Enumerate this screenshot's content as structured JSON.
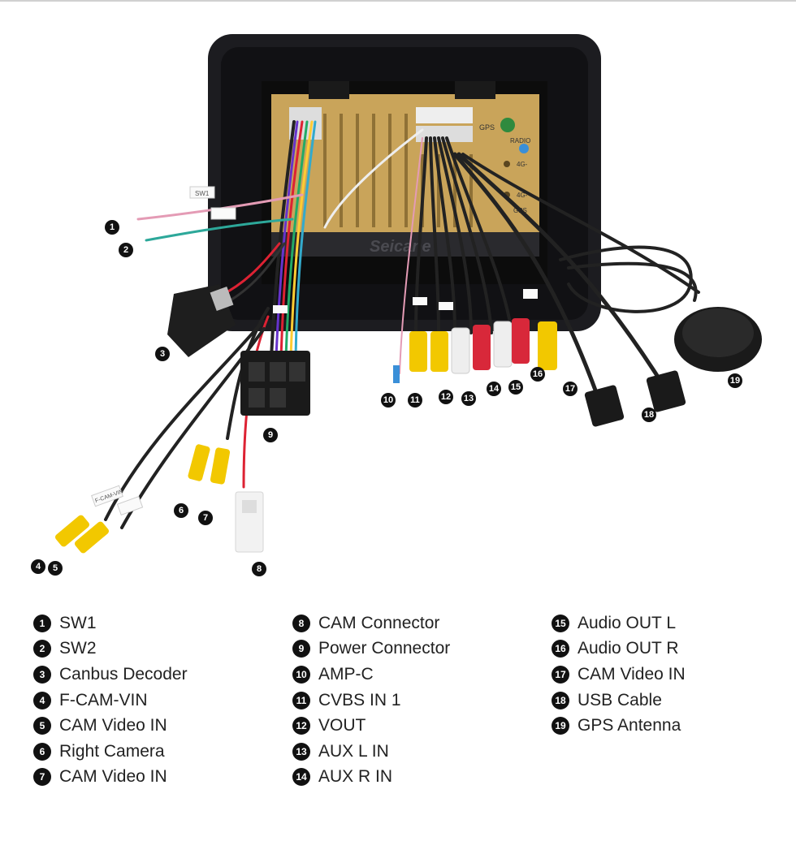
{
  "brand_watermark": "Seicane",
  "unit_labels": {
    "gps": "GPS",
    "radio": "RADIO",
    "lte_1": "4G-",
    "lte_2": "4G-",
    "gps_2": "GPS"
  },
  "wire_tags": {
    "sw1": "SW1",
    "fcam": "F-CAM-VIN"
  },
  "colors": {
    "unit_body": "#1c1c20",
    "chassis": "#c9a45a",
    "rca_yellow": "#f2c800",
    "rca_red": "#d8283a",
    "rca_white": "#eeeeee"
  },
  "callouts": [
    "1",
    "2",
    "3",
    "4",
    "5",
    "6",
    "7",
    "8",
    "9",
    "10",
    "11",
    "12",
    "13",
    "14",
    "15",
    "16",
    "17",
    "18",
    "19"
  ],
  "legend": [
    [
      {
        "num": "1",
        "label": "SW1"
      },
      {
        "num": "2",
        "label": "SW2"
      },
      {
        "num": "3",
        "label": "Canbus Decoder"
      },
      {
        "num": "4",
        "label": "F-CAM-VIN"
      },
      {
        "num": "5",
        "label": "CAM Video IN"
      },
      {
        "num": "6",
        "label": "Right Camera"
      },
      {
        "num": "7",
        "label": "CAM Video IN"
      }
    ],
    [
      {
        "num": "8",
        "label": "CAM Connector"
      },
      {
        "num": "9",
        "label": "Power Connector"
      },
      {
        "num": "10",
        "label": "AMP-C"
      },
      {
        "num": "11",
        "label": "CVBS IN 1"
      },
      {
        "num": "12",
        "label": "VOUT"
      },
      {
        "num": "13",
        "label": "AUX L IN"
      },
      {
        "num": "14",
        "label": "AUX R IN"
      }
    ],
    [
      {
        "num": "15",
        "label": "Audio OUT L"
      },
      {
        "num": "16",
        "label": "Audio OUT R"
      },
      {
        "num": "17",
        "label": "CAM Video IN"
      },
      {
        "num": "18",
        "label": "USB Cable"
      },
      {
        "num": "19",
        "label": "GPS Antenna"
      }
    ]
  ]
}
